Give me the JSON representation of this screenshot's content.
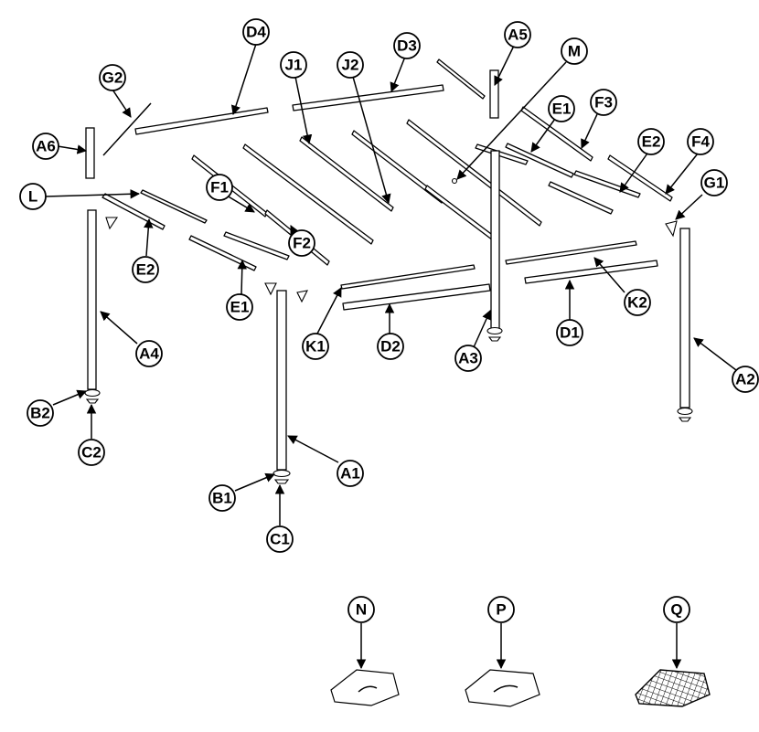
{
  "parts": {
    "A1": "A1",
    "A2": "A2",
    "A3": "A3",
    "A4": "A4",
    "A5": "A5",
    "A6": "A6",
    "B1": "B1",
    "B2": "B2",
    "C1": "C1",
    "C2": "C2",
    "D1": "D1",
    "D2": "D2",
    "D3": "D3",
    "D4": "D4",
    "E1a": "E1",
    "E1b": "E1",
    "E2a": "E2",
    "E2b": "E2",
    "F1": "F1",
    "F2": "F2",
    "F3": "F3",
    "F4": "F4",
    "G1": "G1",
    "G2": "G2",
    "J1": "J1",
    "J2": "J2",
    "K1": "K1",
    "K2": "K2",
    "L": "L",
    "M": "M",
    "N": "N",
    "P": "P",
    "Q": "Q"
  }
}
